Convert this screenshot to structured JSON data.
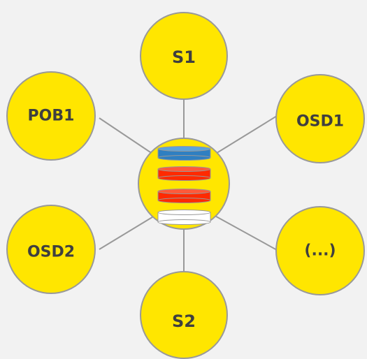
{
  "diagram": {
    "colors": {
      "background": "#f2f2f2",
      "node_fill": "#ffe600",
      "node_stroke": "#999999",
      "label": "#3f3f3f",
      "edge": "#999999",
      "disk_top": "#2f7fc1",
      "disk_middle": "#ff2a00",
      "disk_bottom": "#ffffff"
    },
    "hub": {
      "disks": [
        "blue",
        "red",
        "red",
        "white"
      ]
    },
    "nodes": [
      {
        "id": "s1",
        "label": "S1"
      },
      {
        "id": "pob1",
        "label": "POB1"
      },
      {
        "id": "osd1",
        "label": "OSD1"
      },
      {
        "id": "osd2",
        "label": "OSD2"
      },
      {
        "id": "more",
        "label": "(...)"
      },
      {
        "id": "s2",
        "label": "S2"
      }
    ]
  }
}
